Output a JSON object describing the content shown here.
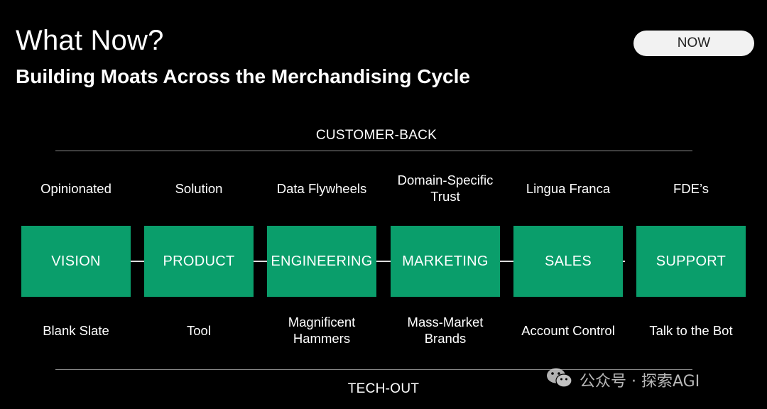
{
  "header": {
    "title": "What Now?",
    "subtitle": "Building Moats Across the Merchandising Cycle",
    "badge": "NOW"
  },
  "bands": {
    "top": "CUSTOMER-BACK",
    "bottom": "TECH-OUT"
  },
  "stages": [
    {
      "label": "VISION",
      "upper": "Opinionated",
      "lower": "Blank Slate"
    },
    {
      "label": "PRODUCT",
      "upper": "Solution",
      "lower": "Tool"
    },
    {
      "label": "ENGINEERING",
      "upper": "Data Flywheels",
      "lower": "Magnificent Hammers"
    },
    {
      "label": "MARKETING",
      "upper": "Domain-Specific Trust",
      "lower": "Mass-Market Brands"
    },
    {
      "label": "SALES",
      "upper": "Lingua Franca",
      "lower": "Account Control"
    },
    {
      "label": "SUPPORT",
      "upper": "FDE’s",
      "lower": "Talk to the Bot"
    }
  ],
  "watermark": {
    "icon": "wechat-icon",
    "text": "公众号 · 探索AGI"
  },
  "colors": {
    "background": "#000000",
    "box": "#0a9e6b",
    "badge_bg": "#f2f2f2"
  }
}
